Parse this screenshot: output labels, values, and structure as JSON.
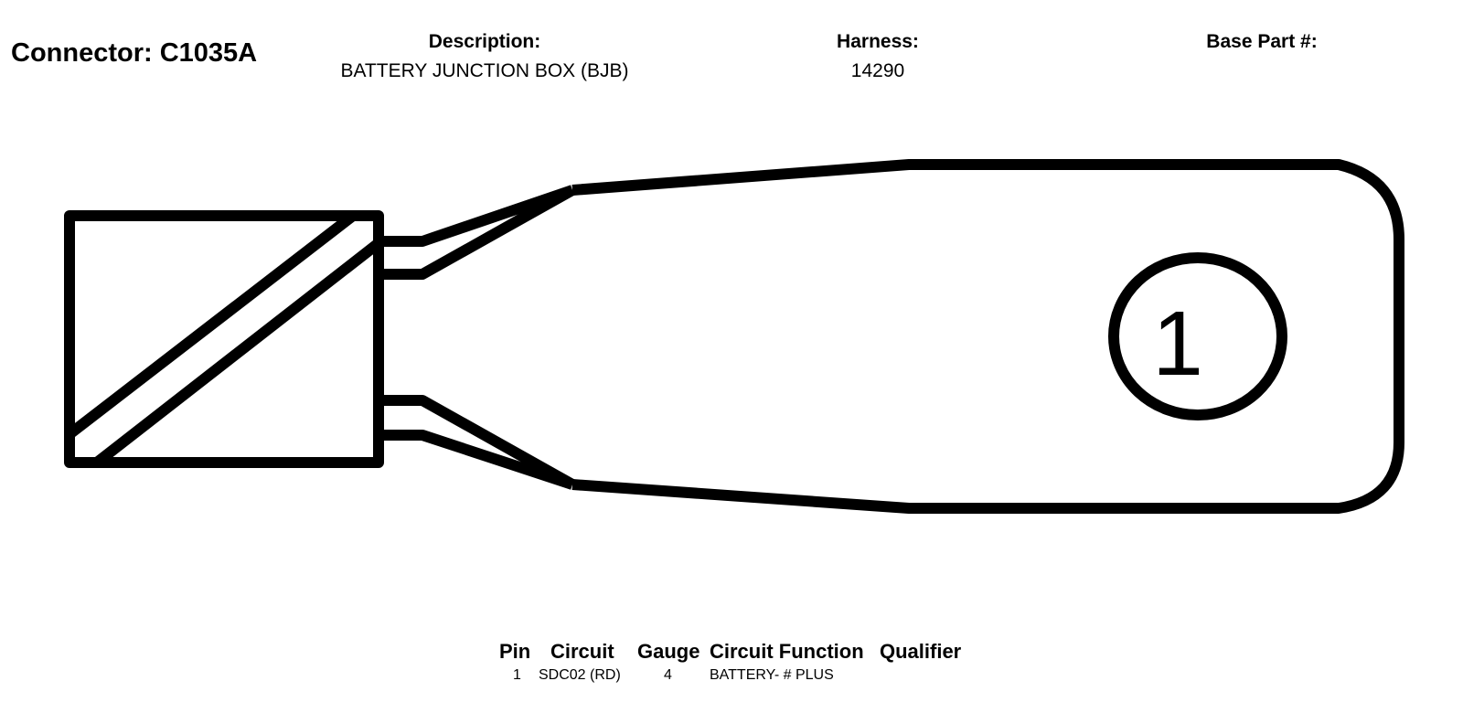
{
  "header": {
    "connector_label": "Connector: C1035A",
    "description_label": "Description:",
    "description_value": "BATTERY JUNCTION BOX (BJB)",
    "harness_label": "Harness:",
    "harness_value": "14290",
    "base_part_label": "Base Part #:",
    "base_part_value": ""
  },
  "diagram": {
    "pin_label": "1"
  },
  "pin_table": {
    "headers": [
      "Pin",
      "Circuit",
      "Gauge",
      "Circuit Function",
      "Qualifier"
    ],
    "rows": [
      {
        "pin": "1",
        "circuit": "SDC02 (RD)",
        "gauge": "4",
        "function": "BATTERY- # PLUS",
        "qualifier": ""
      }
    ]
  }
}
